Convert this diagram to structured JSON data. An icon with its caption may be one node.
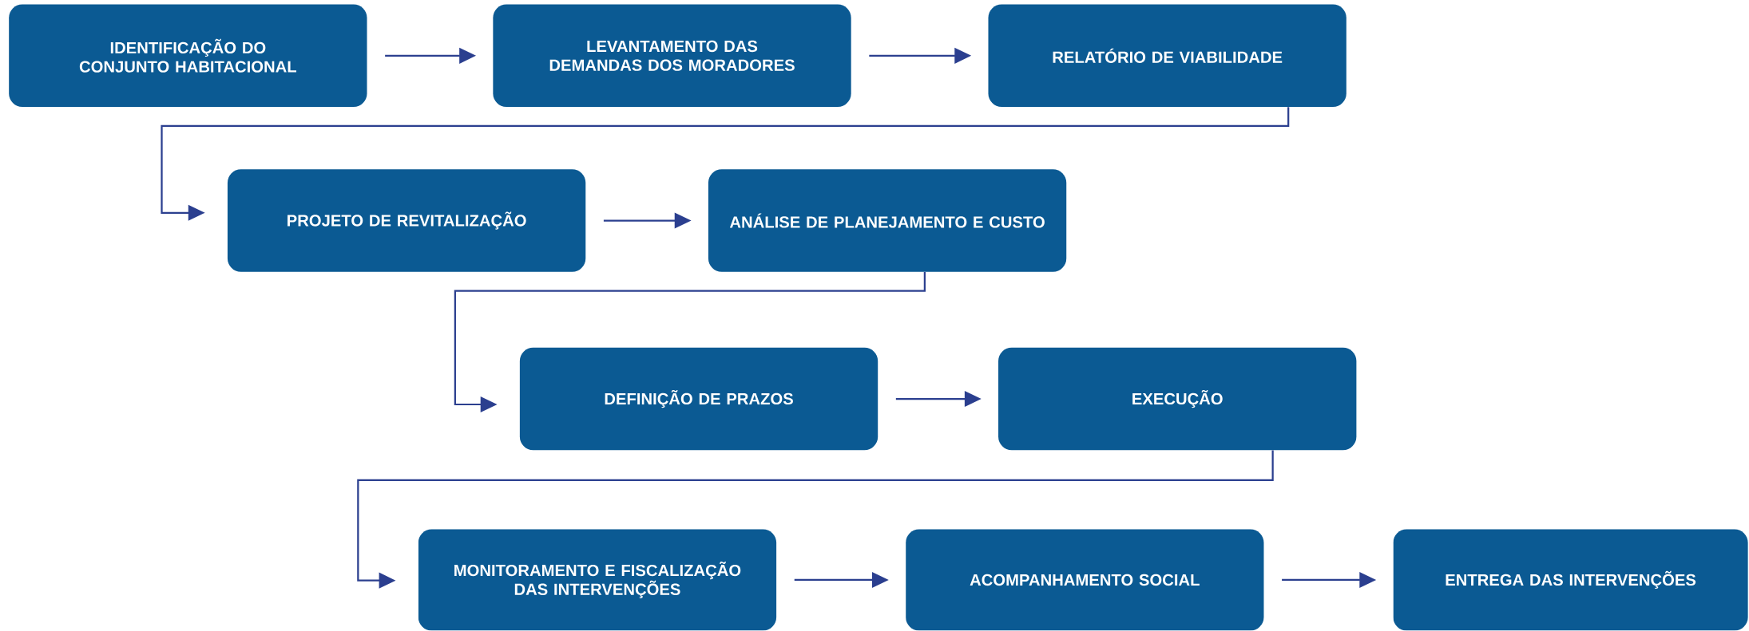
{
  "diagram": {
    "nodes": [
      {
        "text": [
          "IDENTIFICAÇÃO DO CONJUNTO HABITACIONAL"
        ]
      },
      {
        "text": [
          "LEVANTAMENTO DAS DEMANDAS DOS MORADORES"
        ]
      },
      {
        "text": [
          "RELATÓRIO DE VIABILIDADE"
        ]
      },
      {
        "text": [
          "PROJETO DE REVITALIZAÇÃO"
        ]
      },
      {
        "text": [
          "ANÁLISE DE PLANEJAMENTO E CUSTO"
        ]
      },
      {
        "text": [
          "DEFINIÇÃO DE PRAZOS"
        ]
      },
      {
        "text": [
          "EXECUÇÃO"
        ]
      },
      {
        "text": [
          "MONITORAMENTO E FISCALIZAÇÃO DAS INTERVENÇÕES"
        ]
      },
      {
        "text": [
          "ACOMPANHAMENTO SOCIAL"
        ]
      },
      {
        "text": [
          "ENTREGA DAS INTERVENÇÕES"
        ]
      }
    ],
    "edges": [
      {
        "from": 0,
        "to": 1,
        "arrow": "to"
      },
      {
        "from": 1,
        "to": 2,
        "arrow": "to"
      },
      {
        "from": 2,
        "to": 3,
        "arrow": "to"
      },
      {
        "from": 3,
        "to": 4,
        "arrow": "to"
      },
      {
        "from": 4,
        "to": 5,
        "arrow": "to"
      },
      {
        "from": 5,
        "to": 6,
        "arrow": "to"
      },
      {
        "from": 6,
        "to": 7,
        "arrow": "to"
      },
      {
        "from": 7,
        "to": 8,
        "arrow": "to"
      },
      {
        "from": 8,
        "to": 9,
        "arrow": "to"
      }
    ]
  }
}
